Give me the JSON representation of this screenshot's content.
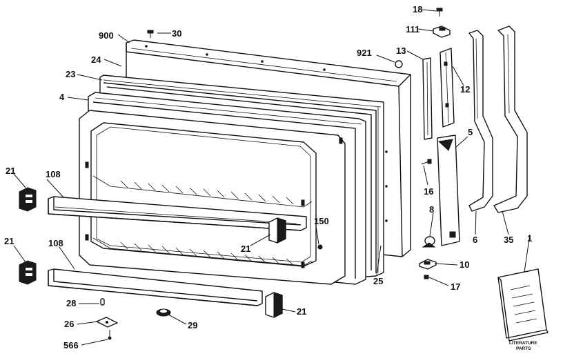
{
  "labels": {
    "l18": "18",
    "l111": "111",
    "l900": "900",
    "l30": "30",
    "l921": "921",
    "l13": "13",
    "l12": "12",
    "l24": "24",
    "l23": "23",
    "l4": "4",
    "l5": "5",
    "l16": "16",
    "l21a": "21",
    "l108a": "108",
    "l21b": "21",
    "l150": "150",
    "l21c": "21",
    "l108b": "108",
    "l8": "8",
    "l6": "6",
    "l35": "35",
    "l1": "1",
    "l10": "10",
    "l25": "25",
    "l17": "17",
    "l28": "28",
    "l21d": "21",
    "l26": "26",
    "l29": "29",
    "l566": "566"
  },
  "literature": {
    "line1": "LITERATURE",
    "line2": "PARTS"
  }
}
